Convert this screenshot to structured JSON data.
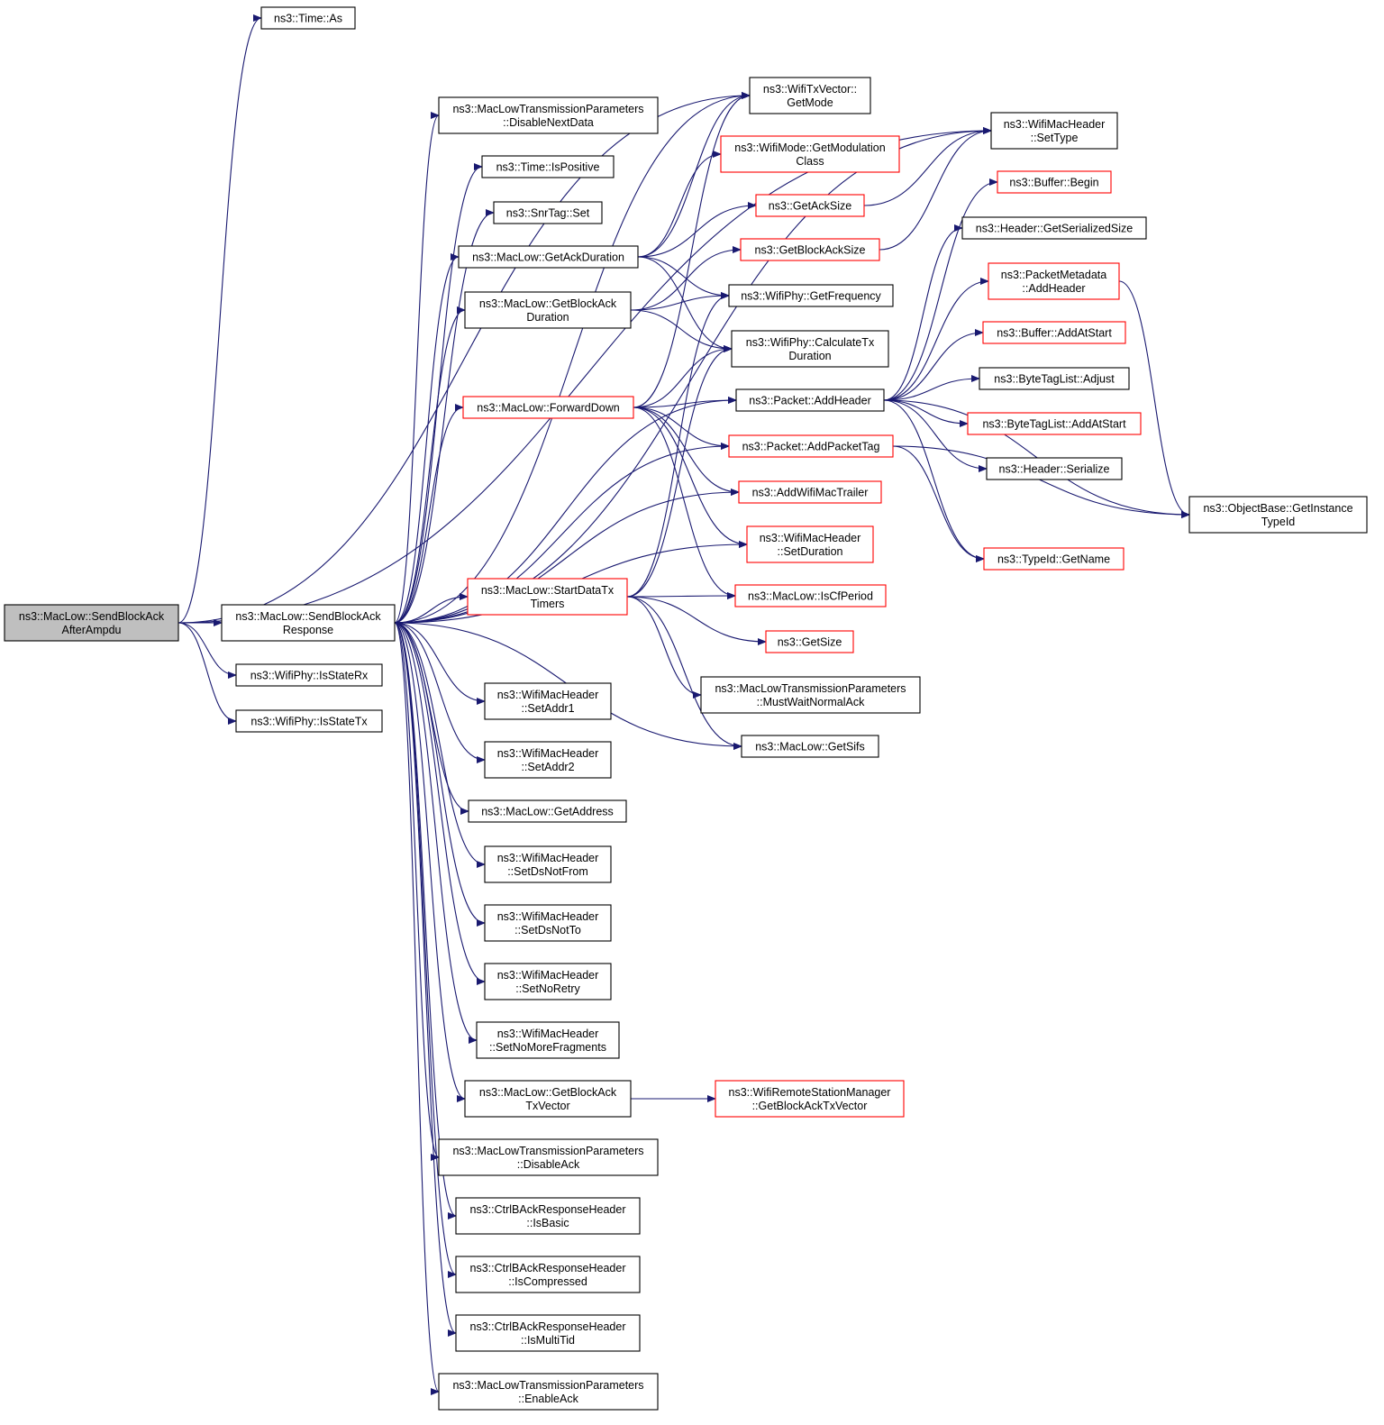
{
  "colors": {
    "edge": "#191970",
    "border_plain": "#000000",
    "border_red": "#ff0000",
    "fill_plain": "#ffffff",
    "fill_root": "#bfbfbf"
  },
  "nodes": [
    {
      "id": "root",
      "lines": [
        "ns3::MacLow::SendBlockAck",
        "AfterAmpdu"
      ],
      "style": "root"
    },
    {
      "id": "timeAs",
      "lines": [
        "ns3::Time::As"
      ],
      "style": "plain"
    },
    {
      "id": "sendBAR",
      "lines": [
        "ns3::MacLow::SendBlockAck",
        "Response"
      ],
      "style": "plain"
    },
    {
      "id": "isStateRx",
      "lines": [
        "ns3::WifiPhy::IsStateRx"
      ],
      "style": "plain"
    },
    {
      "id": "isStateTx",
      "lines": [
        "ns3::WifiPhy::IsStateTx"
      ],
      "style": "plain"
    },
    {
      "id": "disableNextData",
      "lines": [
        "ns3::MacLowTransmissionParameters",
        "::DisableNextData"
      ],
      "style": "plain"
    },
    {
      "id": "isPositive",
      "lines": [
        "ns3::Time::IsPositive"
      ],
      "style": "plain"
    },
    {
      "id": "snrSet",
      "lines": [
        "ns3::SnrTag::Set"
      ],
      "style": "plain"
    },
    {
      "id": "getAckDuration",
      "lines": [
        "ns3::MacLow::GetAckDuration"
      ],
      "style": "plain"
    },
    {
      "id": "getBlockAckDuration",
      "lines": [
        "ns3::MacLow::GetBlockAck",
        "Duration"
      ],
      "style": "plain"
    },
    {
      "id": "forwardDown",
      "lines": [
        "ns3::MacLow::ForwardDown"
      ],
      "style": "red"
    },
    {
      "id": "startDataTx",
      "lines": [
        "ns3::MacLow::StartDataTx",
        "Timers"
      ],
      "style": "red"
    },
    {
      "id": "setAddr1",
      "lines": [
        "ns3::WifiMacHeader",
        "::SetAddr1"
      ],
      "style": "plain"
    },
    {
      "id": "setAddr2",
      "lines": [
        "ns3::WifiMacHeader",
        "::SetAddr2"
      ],
      "style": "plain"
    },
    {
      "id": "getAddress",
      "lines": [
        "ns3::MacLow::GetAddress"
      ],
      "style": "plain"
    },
    {
      "id": "setDsNotFrom",
      "lines": [
        "ns3::WifiMacHeader",
        "::SetDsNotFrom"
      ],
      "style": "plain"
    },
    {
      "id": "setDsNotTo",
      "lines": [
        "ns3::WifiMacHeader",
        "::SetDsNotTo"
      ],
      "style": "plain"
    },
    {
      "id": "setNoRetry",
      "lines": [
        "ns3::WifiMacHeader",
        "::SetNoRetry"
      ],
      "style": "plain"
    },
    {
      "id": "setNoMoreFrag",
      "lines": [
        "ns3::WifiMacHeader",
        "::SetNoMoreFragments"
      ],
      "style": "plain"
    },
    {
      "id": "getBlockAckTxVector",
      "lines": [
        "ns3::MacLow::GetBlockAck",
        "TxVector"
      ],
      "style": "plain"
    },
    {
      "id": "disableAck",
      "lines": [
        "ns3::MacLowTransmissionParameters",
        "::DisableAck"
      ],
      "style": "plain"
    },
    {
      "id": "isBasic",
      "lines": [
        "ns3::CtrlBAckResponseHeader",
        "::IsBasic"
      ],
      "style": "plain"
    },
    {
      "id": "isCompressed",
      "lines": [
        "ns3::CtrlBAckResponseHeader",
        "::IsCompressed"
      ],
      "style": "plain"
    },
    {
      "id": "isMultiTid",
      "lines": [
        "ns3::CtrlBAckResponseHeader",
        "::IsMultiTid"
      ],
      "style": "plain"
    },
    {
      "id": "enableAck",
      "lines": [
        "ns3::MacLowTransmissionParameters",
        "::EnableAck"
      ],
      "style": "plain"
    },
    {
      "id": "getMode",
      "lines": [
        "ns3::WifiTxVector::",
        "GetMode"
      ],
      "style": "plain"
    },
    {
      "id": "getModClass",
      "lines": [
        "ns3::WifiMode::GetModulation",
        "Class"
      ],
      "style": "red"
    },
    {
      "id": "getAckSize",
      "lines": [
        "ns3::GetAckSize"
      ],
      "style": "red"
    },
    {
      "id": "getBlockAckSize",
      "lines": [
        "ns3::GetBlockAckSize"
      ],
      "style": "red"
    },
    {
      "id": "getFrequency",
      "lines": [
        "ns3::WifiPhy::GetFrequency"
      ],
      "style": "plain"
    },
    {
      "id": "calcTxDuration",
      "lines": [
        "ns3::WifiPhy::CalculateTx",
        "Duration"
      ],
      "style": "plain"
    },
    {
      "id": "packetAddHeader",
      "lines": [
        "ns3::Packet::AddHeader"
      ],
      "style": "plain"
    },
    {
      "id": "addPacketTag",
      "lines": [
        "ns3::Packet::AddPacketTag"
      ],
      "style": "red"
    },
    {
      "id": "addWifiMacTrailer",
      "lines": [
        "ns3::AddWifiMacTrailer"
      ],
      "style": "red"
    },
    {
      "id": "setDuration",
      "lines": [
        "ns3::WifiMacHeader",
        "::SetDuration"
      ],
      "style": "red"
    },
    {
      "id": "isCfPeriod",
      "lines": [
        "ns3::MacLow::IsCfPeriod"
      ],
      "style": "red"
    },
    {
      "id": "getSize",
      "lines": [
        "ns3::GetSize"
      ],
      "style": "red"
    },
    {
      "id": "mustWaitNormalAck",
      "lines": [
        "ns3::MacLowTransmissionParameters",
        "::MustWaitNormalAck"
      ],
      "style": "plain"
    },
    {
      "id": "getSifs",
      "lines": [
        "ns3::MacLow::GetSifs"
      ],
      "style": "plain"
    },
    {
      "id": "getBlockAckTxVectorMgr",
      "lines": [
        "ns3::WifiRemoteStationManager",
        "::GetBlockAckTxVector"
      ],
      "style": "red"
    },
    {
      "id": "setType",
      "lines": [
        "ns3::WifiMacHeader",
        "::SetType"
      ],
      "style": "plain"
    },
    {
      "id": "bufferBegin",
      "lines": [
        "ns3::Buffer::Begin"
      ],
      "style": "red"
    },
    {
      "id": "headerGetSerSize",
      "lines": [
        "ns3::Header::GetSerializedSize"
      ],
      "style": "plain"
    },
    {
      "id": "pmAddHeader",
      "lines": [
        "ns3::PacketMetadata",
        "::AddHeader"
      ],
      "style": "red"
    },
    {
      "id": "bufferAddAtStart",
      "lines": [
        "ns3::Buffer::AddAtStart"
      ],
      "style": "red"
    },
    {
      "id": "btlAdjust",
      "lines": [
        "ns3::ByteTagList::Adjust"
      ],
      "style": "plain"
    },
    {
      "id": "btlAddAtStart",
      "lines": [
        "ns3::ByteTagList::AddAtStart"
      ],
      "style": "red"
    },
    {
      "id": "headerSerialize",
      "lines": [
        "ns3::Header::Serialize"
      ],
      "style": "plain"
    },
    {
      "id": "typeIdGetName",
      "lines": [
        "ns3::TypeId::GetName"
      ],
      "style": "red"
    },
    {
      "id": "getInstanceTypeId",
      "lines": [
        "ns3::ObjectBase::GetInstance",
        "TypeId"
      ],
      "style": "plain"
    }
  ],
  "edges": [
    [
      "root",
      "timeAs"
    ],
    [
      "root",
      "sendBAR"
    ],
    [
      "root",
      "isStateRx"
    ],
    [
      "root",
      "isStateTx"
    ],
    [
      "root",
      "getMode"
    ],
    [
      "root",
      "setType"
    ],
    [
      "sendBAR",
      "disableNextData"
    ],
    [
      "sendBAR",
      "isPositive"
    ],
    [
      "sendBAR",
      "snrSet"
    ],
    [
      "sendBAR",
      "getAckDuration"
    ],
    [
      "sendBAR",
      "getBlockAckDuration"
    ],
    [
      "sendBAR",
      "forwardDown"
    ],
    [
      "sendBAR",
      "startDataTx"
    ],
    [
      "sendBAR",
      "setAddr1"
    ],
    [
      "sendBAR",
      "setAddr2"
    ],
    [
      "sendBAR",
      "getAddress"
    ],
    [
      "sendBAR",
      "setDsNotFrom"
    ],
    [
      "sendBAR",
      "setDsNotTo"
    ],
    [
      "sendBAR",
      "setNoRetry"
    ],
    [
      "sendBAR",
      "setNoMoreFrag"
    ],
    [
      "sendBAR",
      "getBlockAckTxVector"
    ],
    [
      "sendBAR",
      "disableAck"
    ],
    [
      "sendBAR",
      "isBasic"
    ],
    [
      "sendBAR",
      "isCompressed"
    ],
    [
      "sendBAR",
      "isMultiTid"
    ],
    [
      "sendBAR",
      "enableAck"
    ],
    [
      "sendBAR",
      "getMode"
    ],
    [
      "sendBAR",
      "setType"
    ],
    [
      "sendBAR",
      "packetAddHeader"
    ],
    [
      "sendBAR",
      "addPacketTag"
    ],
    [
      "sendBAR",
      "addWifiMacTrailer"
    ],
    [
      "sendBAR",
      "setDuration"
    ],
    [
      "sendBAR",
      "getSifs"
    ],
    [
      "getAckDuration",
      "getMode"
    ],
    [
      "getAckDuration",
      "getModClass"
    ],
    [
      "getAckDuration",
      "getAckSize"
    ],
    [
      "getAckDuration",
      "getFrequency"
    ],
    [
      "getAckDuration",
      "calcTxDuration"
    ],
    [
      "getBlockAckDuration",
      "getBlockAckSize"
    ],
    [
      "getBlockAckDuration",
      "getFrequency"
    ],
    [
      "getBlockAckDuration",
      "calcTxDuration"
    ],
    [
      "forwardDown",
      "getMode"
    ],
    [
      "forwardDown",
      "calcTxDuration"
    ],
    [
      "forwardDown",
      "packetAddHeader"
    ],
    [
      "forwardDown",
      "addPacketTag"
    ],
    [
      "forwardDown",
      "addWifiMacTrailer"
    ],
    [
      "forwardDown",
      "setDuration"
    ],
    [
      "forwardDown",
      "isCfPeriod"
    ],
    [
      "startDataTx",
      "getFrequency"
    ],
    [
      "startDataTx",
      "calcTxDuration"
    ],
    [
      "startDataTx",
      "isCfPeriod"
    ],
    [
      "startDataTx",
      "getSize"
    ],
    [
      "startDataTx",
      "mustWaitNormalAck"
    ],
    [
      "startDataTx",
      "getSifs"
    ],
    [
      "getBlockAckTxVector",
      "getBlockAckTxVectorMgr"
    ],
    [
      "getAckSize",
      "setType"
    ],
    [
      "getBlockAckSize",
      "setType"
    ],
    [
      "packetAddHeader",
      "bufferBegin"
    ],
    [
      "packetAddHeader",
      "headerGetSerSize"
    ],
    [
      "packetAddHeader",
      "pmAddHeader"
    ],
    [
      "packetAddHeader",
      "bufferAddAtStart"
    ],
    [
      "packetAddHeader",
      "btlAdjust"
    ],
    [
      "packetAddHeader",
      "btlAddAtStart"
    ],
    [
      "packetAddHeader",
      "headerSerialize"
    ],
    [
      "packetAddHeader",
      "typeIdGetName"
    ],
    [
      "packetAddHeader",
      "getInstanceTypeId"
    ],
    [
      "addPacketTag",
      "typeIdGetName"
    ],
    [
      "addPacketTag",
      "getInstanceTypeId"
    ],
    [
      "pmAddHeader",
      "getInstanceTypeId"
    ]
  ]
}
